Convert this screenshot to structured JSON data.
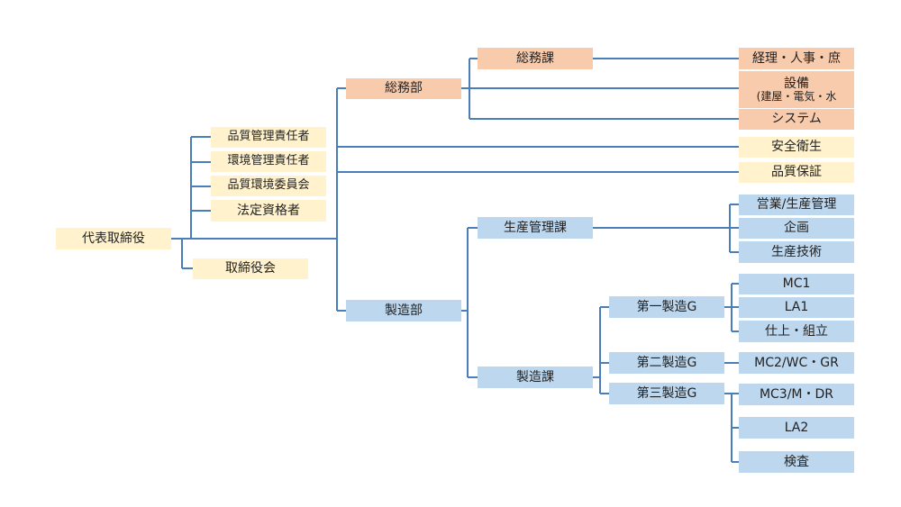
{
  "org": {
    "ceo": "代表取締役",
    "board": "取締役会",
    "staff": [
      "品質管理責任者",
      "環境管理責任者",
      "品質環境委員会",
      "法定資格者"
    ],
    "general_affairs_dept": "総務部",
    "general_affairs_section": "総務課",
    "ga_units": {
      "accounting": "経理・人事・庶",
      "facilities_title": "設備",
      "facilities_sub": "(建屋・電気・水",
      "system": "システム"
    },
    "safety": "安全衛生",
    "qa": "品質保証",
    "manufacturing_dept": "製造部",
    "production_control_section": "生産管理課",
    "pc_units": [
      "営業/生産管理",
      "企画",
      "生産技術"
    ],
    "manufacturing_section": "製造課",
    "groups": [
      "第一製造G",
      "第二製造G",
      "第三製造G"
    ],
    "g1_units": [
      "MC1",
      "LA1",
      "仕上・組立"
    ],
    "g2_units": [
      "MC2/WC・GR"
    ],
    "g3_units": [
      "MC3/M・DR",
      "LA2",
      "検査"
    ]
  },
  "colors": {
    "line": "#4a7ebb",
    "yellow": "#fff2cc",
    "orange": "#f8cbad",
    "blue": "#bdd7ee"
  }
}
